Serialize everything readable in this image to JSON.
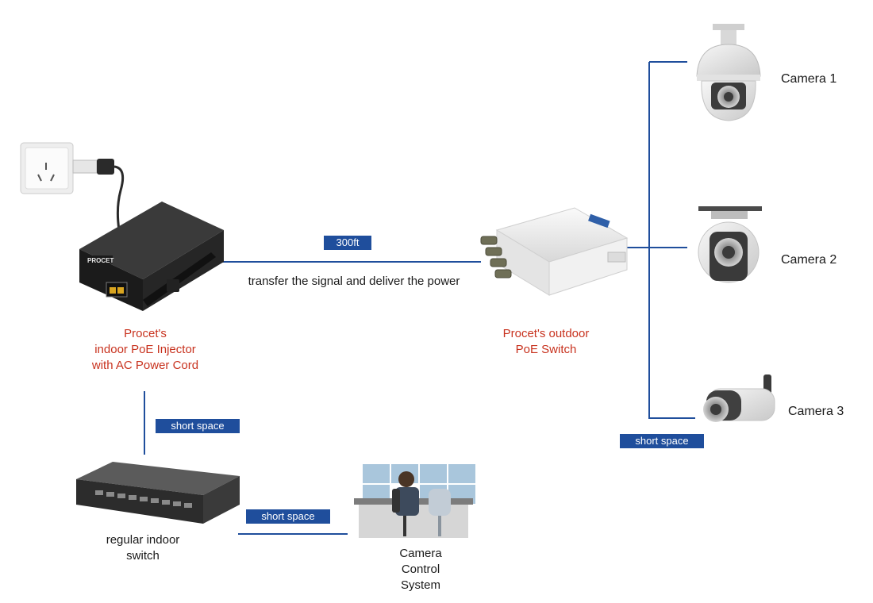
{
  "colors": {
    "link_line": "#1f4e9c",
    "badge_bg": "#1f4e9c",
    "badge_text": "#ffffff",
    "device_label": "#c8321e",
    "text": "#1a1a1a"
  },
  "injector": {
    "label_line1": "Procet's",
    "label_line2": "indoor PoE Injector",
    "label_line3": "with AC Power Cord",
    "brand": "PROCET",
    "icon": "poe-injector-icon"
  },
  "outlet": {
    "icon": "power-outlet-icon"
  },
  "outdoor_switch": {
    "label_line1": "Procet's outdoor",
    "label_line2": "PoE Switch",
    "icon": "outdoor-switch-icon"
  },
  "main_link": {
    "distance": "300ft",
    "caption": "transfer the signal and deliver the power"
  },
  "indoor_switch": {
    "label_line1": "regular indoor",
    "label_line2": "switch",
    "icon": "network-switch-icon"
  },
  "control_system": {
    "label_line1": "Camera",
    "label_line2": "Control",
    "label_line3": "System",
    "icon": "control-room-icon"
  },
  "links": {
    "injector_to_switch": "short space",
    "switch_to_control": "short space",
    "cameras": "short space"
  },
  "cameras": [
    {
      "name": "Camera 1",
      "icon": "dome-camera-icon"
    },
    {
      "name": "Camera 2",
      "icon": "ceiling-camera-icon"
    },
    {
      "name": "Camera 3",
      "icon": "bullet-camera-icon"
    }
  ]
}
